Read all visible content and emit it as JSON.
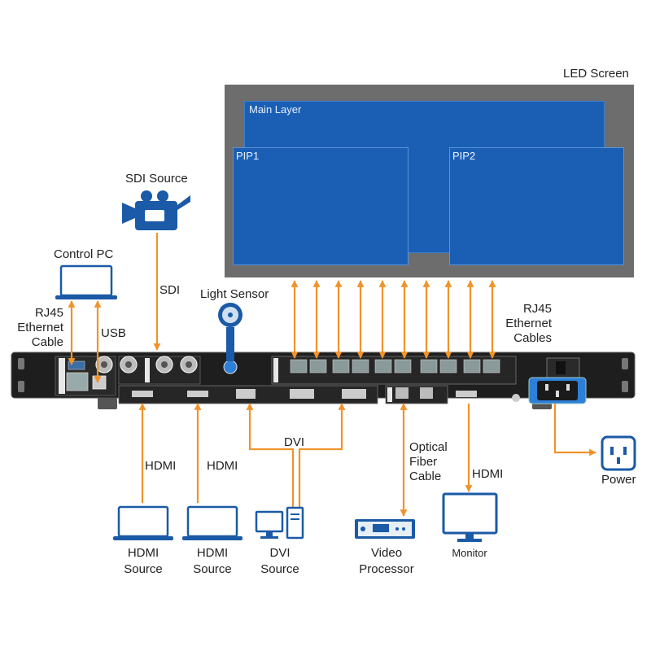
{
  "screen": {
    "title": "LED Screen",
    "main_layer": "Main Layer",
    "pip1": "PIP1",
    "pip2": "PIP2"
  },
  "labels": {
    "sdi_source": "SDI Source",
    "sdi": "SDI",
    "control_pc": "Control PC",
    "rj45_left": [
      "RJ45",
      "Ethernet",
      "Cable"
    ],
    "usb": "USB",
    "light_sensor": "Light Sensor",
    "rj45_right": [
      "RJ45",
      "Ethernet",
      "Cables"
    ],
    "hdmi_1": "HDMI",
    "hdmi_2": "HDMI",
    "dvi": "DVI",
    "optical": [
      "Optical",
      "Fiber",
      "Cable"
    ],
    "hdmi_out": "HDMI",
    "power": "Power"
  },
  "devices": {
    "hdmi_source_1": [
      "HDMI",
      "Source"
    ],
    "hdmi_source_2": [
      "HDMI",
      "Source"
    ],
    "dvi_source": [
      "DVI",
      "Source"
    ],
    "video_processor": [
      "Video",
      "Processor"
    ],
    "monitor": "Monitor"
  },
  "colors": {
    "arrow": "#f0932b",
    "screen_blue": "#1b5fb5",
    "screen_frame": "#6d6d6d",
    "icon_blue": "#1a5aa6",
    "chassis": "#1e1e1e"
  }
}
